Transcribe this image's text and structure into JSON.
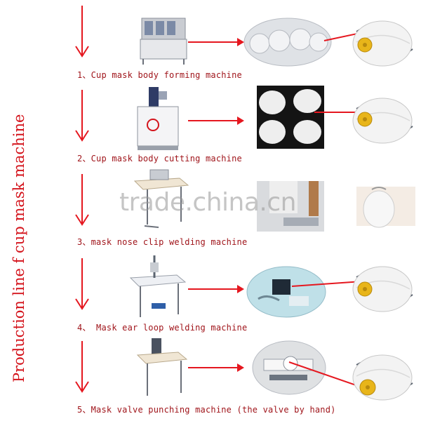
{
  "vertical_title": "Production line f   cup mask machine",
  "watermark": "trade.china.cn",
  "colors": {
    "arrow": "#e5171f",
    "caption": "#a0151b",
    "mask_yellow": "#e8b51a",
    "strap": "#5b6470"
  },
  "steps": [
    {
      "caption": "1、Cup mask body forming machine"
    },
    {
      "caption": "2、Cup mask body cutting machine"
    },
    {
      "caption": "3、mask nose clip welding machine"
    },
    {
      "caption": "4、  Mask ear loop welding machine"
    },
    {
      "caption": "5、Mask valve punching machine (the valve by hand)"
    }
  ]
}
